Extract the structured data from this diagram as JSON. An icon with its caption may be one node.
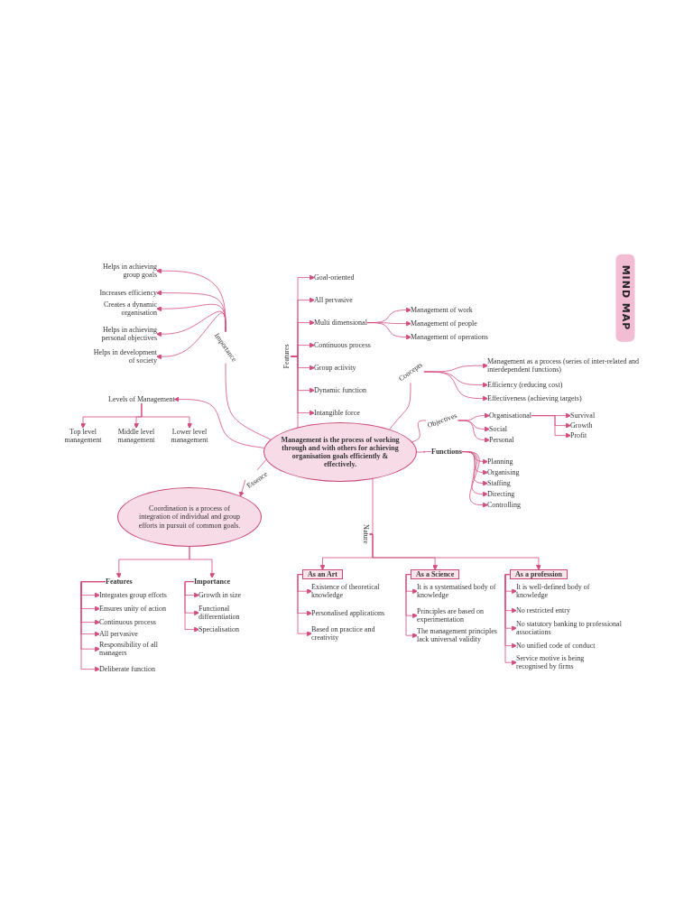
{
  "diagram": {
    "title": "MIND MAP",
    "nodes": [
      {
        "text": [
          "Management is the process of working through and with others for achieving organisation goals efficiently & effectively."
        ]
      },
      {
        "text": [
          "Importance"
        ]
      },
      {
        "text": [
          "Helps in achieving group goals"
        ]
      },
      {
        "text": [
          "Increases efficiency"
        ]
      },
      {
        "text": [
          "Creates a dynamic organisation"
        ]
      },
      {
        "text": [
          "Helps in achieving personal objectives"
        ]
      },
      {
        "text": [
          "Helps in development of society"
        ]
      },
      {
        "text": [
          "Levels of Management"
        ]
      },
      {
        "text": [
          "Top level management"
        ]
      },
      {
        "text": [
          "Middle level management"
        ]
      },
      {
        "text": [
          "Lower level management"
        ]
      },
      {
        "text": [
          "Features"
        ]
      },
      {
        "text": [
          "Goal-oriented"
        ]
      },
      {
        "text": [
          "All pervasive"
        ]
      },
      {
        "text": [
          "Multi dimensional"
        ]
      },
      {
        "text": [
          "Management of work"
        ]
      },
      {
        "text": [
          "Management of people"
        ]
      },
      {
        "text": [
          "Management of operations"
        ]
      },
      {
        "text": [
          "Continuous process"
        ]
      },
      {
        "text": [
          "Group activity"
        ]
      },
      {
        "text": [
          "Dynamic function"
        ]
      },
      {
        "text": [
          "Intangible force"
        ]
      },
      {
        "text": [
          "Concepts"
        ]
      },
      {
        "text": [
          "Management as a process (series of inter-related and interdependent functions)"
        ]
      },
      {
        "text": [
          "Efficiency (reducing cost)"
        ]
      },
      {
        "text": [
          "Effectiveness (achieving targets)"
        ]
      },
      {
        "text": [
          "Objectives"
        ]
      },
      {
        "text": [
          "Organisational"
        ]
      },
      {
        "text": [
          "Survival"
        ]
      },
      {
        "text": [
          "Growth"
        ]
      },
      {
        "text": [
          "Profit"
        ]
      },
      {
        "text": [
          "Social"
        ]
      },
      {
        "text": [
          "Personal"
        ]
      },
      {
        "text": [
          "Functions"
        ]
      },
      {
        "text": [
          "Planning"
        ]
      },
      {
        "text": [
          "Organising"
        ]
      },
      {
        "text": [
          "Staffing"
        ]
      },
      {
        "text": [
          "Directing"
        ]
      },
      {
        "text": [
          "Controlling"
        ]
      },
      {
        "text": [
          "Essence"
        ]
      },
      {
        "text": [
          "Coordination is a process of integration of individual and group efforts in pursuit of common goals."
        ]
      },
      {
        "text": [
          "Features"
        ]
      },
      {
        "text": [
          "Integrates group efforts"
        ]
      },
      {
        "text": [
          "Ensures unity of action"
        ]
      },
      {
        "text": [
          "Continuous process"
        ]
      },
      {
        "text": [
          "All pervasive"
        ]
      },
      {
        "text": [
          "Responsibility of all managers"
        ]
      },
      {
        "text": [
          "Deliberate function"
        ]
      },
      {
        "text": [
          "Importance"
        ]
      },
      {
        "text": [
          "Growth in size"
        ]
      },
      {
        "text": [
          "Functional differentiation"
        ]
      },
      {
        "text": [
          "Specialisation"
        ]
      },
      {
        "text": [
          "Nature"
        ]
      },
      {
        "text": [
          "As an Art"
        ]
      },
      {
        "text": [
          "Existence of theoretical knowledge"
        ]
      },
      {
        "text": [
          "Personalised applications"
        ]
      },
      {
        "text": [
          "Based on practice and creativity"
        ]
      },
      {
        "text": [
          "As a Science"
        ]
      },
      {
        "text": [
          "It is a systematised body of knowledge"
        ]
      },
      {
        "text": [
          "Principles are based on experimentation"
        ]
      },
      {
        "text": [
          "The management principles lack universal validity"
        ]
      },
      {
        "text": [
          "As a profession"
        ]
      },
      {
        "text": [
          "It is well-defined body of knowledge"
        ]
      },
      {
        "text": [
          "No restricted entry"
        ]
      },
      {
        "text": [
          "No statutory banking to professional associations"
        ]
      },
      {
        "text": [
          "No unified code of conduct"
        ]
      },
      {
        "text": [
          "Service motive is being recognised by firms"
        ]
      }
    ],
    "edges": [
      {
        "from": 0,
        "to": 1,
        "arrow": "none"
      },
      {
        "from": 1,
        "to": 2,
        "arrow": "to"
      },
      {
        "from": 1,
        "to": 3,
        "arrow": "to"
      },
      {
        "from": 1,
        "to": 4,
        "arrow": "to"
      },
      {
        "from": 1,
        "to": 5,
        "arrow": "to"
      },
      {
        "from": 1,
        "to": 6,
        "arrow": "to"
      },
      {
        "from": 0,
        "to": 7,
        "arrow": "to"
      },
      {
        "from": 7,
        "to": 8,
        "arrow": "to"
      },
      {
        "from": 7,
        "to": 9,
        "arrow": "to"
      },
      {
        "from": 7,
        "to": 10,
        "arrow": "to"
      },
      {
        "from": 0,
        "to": 11,
        "arrow": "none"
      },
      {
        "from": 11,
        "to": 12,
        "arrow": "to"
      },
      {
        "from": 11,
        "to": 13,
        "arrow": "to"
      },
      {
        "from": 11,
        "to": 14,
        "arrow": "to"
      },
      {
        "from": 14,
        "to": 15,
        "arrow": "to"
      },
      {
        "from": 14,
        "to": 16,
        "arrow": "to"
      },
      {
        "from": 14,
        "to": 17,
        "arrow": "to"
      },
      {
        "from": 11,
        "to": 18,
        "arrow": "to"
      },
      {
        "from": 11,
        "to": 19,
        "arrow": "to"
      },
      {
        "from": 11,
        "to": 20,
        "arrow": "to"
      },
      {
        "from": 11,
        "to": 21,
        "arrow": "to"
      },
      {
        "from": 0,
        "to": 22,
        "arrow": "none"
      },
      {
        "from": 22,
        "to": 23,
        "arrow": "to"
      },
      {
        "from": 22,
        "to": 24,
        "arrow": "to"
      },
      {
        "from": 22,
        "to": 25,
        "arrow": "to"
      },
      {
        "from": 0,
        "to": 26,
        "arrow": "none"
      },
      {
        "from": 26,
        "to": 27,
        "arrow": "to"
      },
      {
        "from": 27,
        "to": 28,
        "arrow": "to"
      },
      {
        "from": 27,
        "to": 29,
        "arrow": "to"
      },
      {
        "from": 27,
        "to": 30,
        "arrow": "to"
      },
      {
        "from": 26,
        "to": 31,
        "arrow": "to"
      },
      {
        "from": 26,
        "to": 32,
        "arrow": "to"
      },
      {
        "from": 0,
        "to": 33,
        "arrow": "none"
      },
      {
        "from": 33,
        "to": 34,
        "arrow": "to"
      },
      {
        "from": 33,
        "to": 35,
        "arrow": "to"
      },
      {
        "from": 33,
        "to": 36,
        "arrow": "to"
      },
      {
        "from": 33,
        "to": 37,
        "arrow": "to"
      },
      {
        "from": 33,
        "to": 38,
        "arrow": "to"
      },
      {
        "from": 0,
        "to": 39,
        "arrow": "none"
      },
      {
        "from": 39,
        "to": 40,
        "arrow": "to"
      },
      {
        "from": 40,
        "to": 41,
        "arrow": "to"
      },
      {
        "from": 41,
        "to": 42,
        "arrow": "to"
      },
      {
        "from": 41,
        "to": 43,
        "arrow": "to"
      },
      {
        "from": 41,
        "to": 44,
        "arrow": "to"
      },
      {
        "from": 41,
        "to": 45,
        "arrow": "to"
      },
      {
        "from": 41,
        "to": 46,
        "arrow": "to"
      },
      {
        "from": 41,
        "to": 47,
        "arrow": "to"
      },
      {
        "from": 40,
        "to": 48,
        "arrow": "to"
      },
      {
        "from": 48,
        "to": 49,
        "arrow": "to"
      },
      {
        "from": 48,
        "to": 50,
        "arrow": "to"
      },
      {
        "from": 48,
        "to": 51,
        "arrow": "to"
      },
      {
        "from": 0,
        "to": 52,
        "arrow": "none"
      },
      {
        "from": 52,
        "to": 53,
        "arrow": "to"
      },
      {
        "from": 53,
        "to": 54,
        "arrow": "to"
      },
      {
        "from": 53,
        "to": 55,
        "arrow": "to"
      },
      {
        "from": 53,
        "to": 56,
        "arrow": "to"
      },
      {
        "from": 52,
        "to": 57,
        "arrow": "to"
      },
      {
        "from": 57,
        "to": 58,
        "arrow": "to"
      },
      {
        "from": 57,
        "to": 59,
        "arrow": "to"
      },
      {
        "from": 57,
        "to": 60,
        "arrow": "to"
      },
      {
        "from": 52,
        "to": 61,
        "arrow": "to"
      },
      {
        "from": 61,
        "to": 62,
        "arrow": "to"
      },
      {
        "from": 61,
        "to": 63,
        "arrow": "to"
      },
      {
        "from": 61,
        "to": 64,
        "arrow": "to"
      },
      {
        "from": 61,
        "to": 65,
        "arrow": "to"
      },
      {
        "from": 61,
        "to": 66,
        "arrow": "to"
      }
    ]
  }
}
